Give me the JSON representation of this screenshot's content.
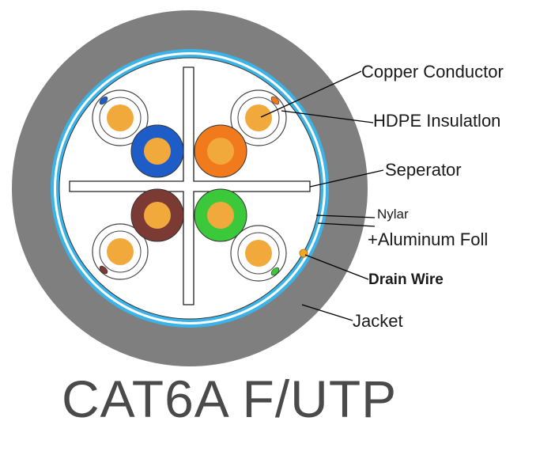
{
  "labels": {
    "copper_conductor": "Copper Conductor",
    "hdpe_insulation": "HDPE Insulatlon",
    "separator": "Seperator",
    "nylar": "Nylar",
    "aluminum_foil": "+Aluminum Foll",
    "drain_wire": "Drain Wire",
    "jacket": "Jacket"
  },
  "caption": "CAT6A  F/UTP",
  "colors": {
    "jacket": "#7f7f7f",
    "foil": "#3ab4e8",
    "conductor": "#f2a93b",
    "insulation_white": "#ffffff",
    "pair_blue": "#1e5cc8",
    "pair_orange": "#f07a1c",
    "pair_brown": "#7b3a34",
    "pair_green": "#3bc83b",
    "drain_wire": "#f5a623"
  },
  "pairs": [
    "blue",
    "orange",
    "brown",
    "green"
  ]
}
